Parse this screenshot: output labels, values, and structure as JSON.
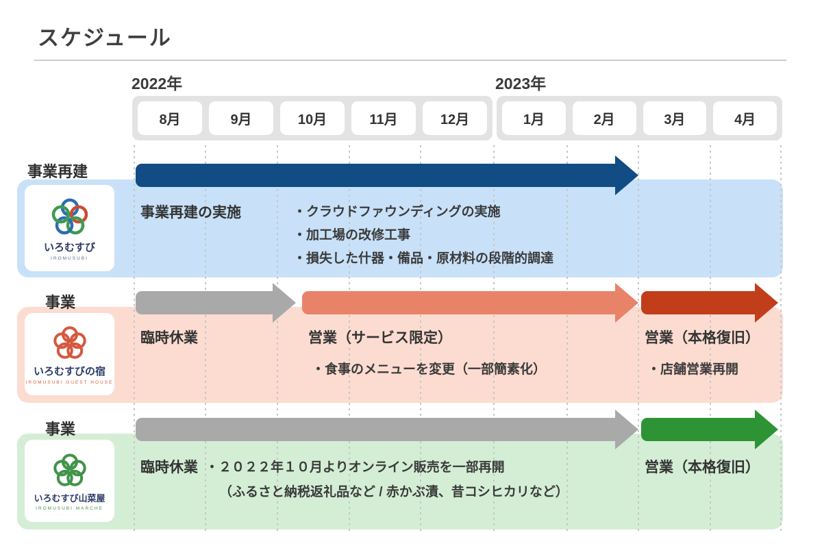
{
  "title": "スケジュール",
  "colors": {
    "navy": "#114c84",
    "gray": "#a9a9a9",
    "salmon": "#e8836a",
    "dark_red": "#c23d1a",
    "green": "#2e9334",
    "row1_bg": "#c8e1f8",
    "row2_bg": "#fcdcd1",
    "row3_bg": "#d4eed6"
  },
  "timeline": {
    "year_2022": "2022年",
    "year_2023": "2023年",
    "months_2022": [
      "8月",
      "9月",
      "10月",
      "11月",
      "12月"
    ],
    "months_2023": [
      "1月",
      "2月",
      "3月",
      "4月"
    ]
  },
  "rows": [
    {
      "label": "事業再建",
      "logo": {
        "name": "いろむすび",
        "sub": "IROMUSUBI"
      },
      "phase_title": "事業再建の実施",
      "bullet1": "・クラウドファウンディングの実施",
      "bullet2": "・加工場の改修工事",
      "bullet3": "・損失した什器・備品・原材料の段階的調達"
    },
    {
      "label": "事業",
      "logo": {
        "name": "いろむすびの宿",
        "sub": "IROMUSUBI GUEST HOUSE"
      },
      "phase1": "臨時休業",
      "phase2": "営業（サービス限定）",
      "phase2_bullet": "・食事のメニューを変更（一部簡素化）",
      "phase3": "営業（本格復旧）",
      "phase3_bullet": "・店舗営業再開"
    },
    {
      "label": "事業",
      "logo": {
        "name": "いろむすび山菜屋",
        "sub": "IROMUSUBI MARCHE"
      },
      "phase1": "臨時休業",
      "note1": "・２０２２年１０月よりオンライン販売を一部再開",
      "note2": "（ふるさと納税返礼品など / 赤かぶ漬、昔コシヒカリなど）",
      "phase2": "営業（本格復旧）"
    }
  ]
}
